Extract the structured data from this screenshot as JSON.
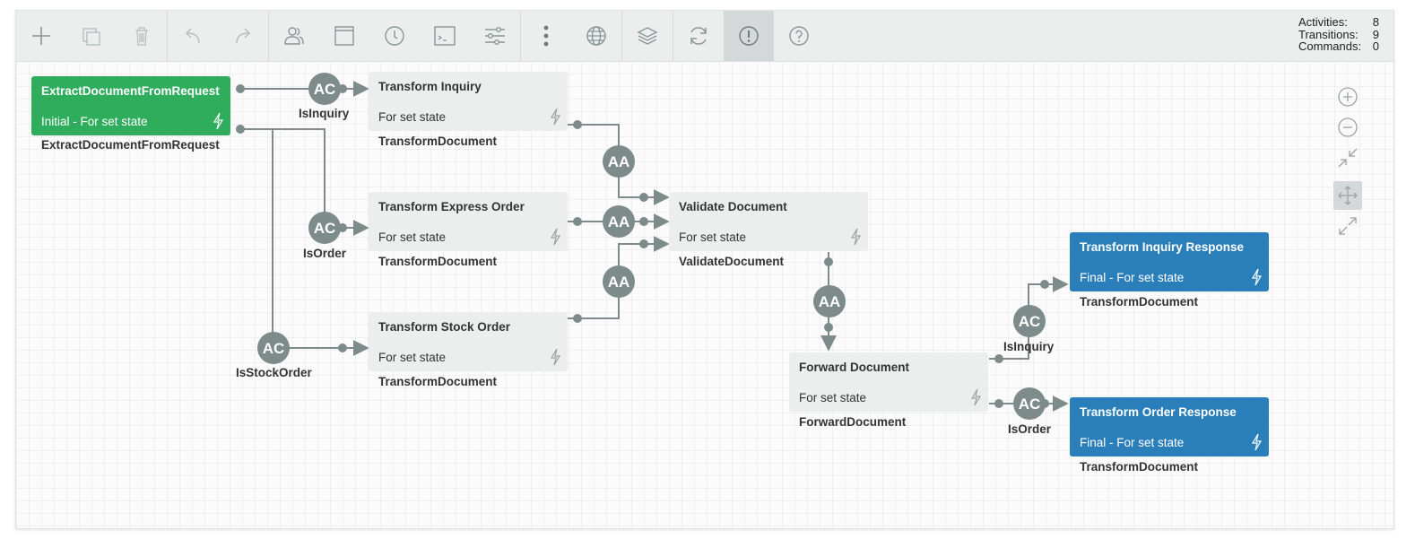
{
  "toolbar": {
    "buttons": [
      {
        "icon": "plus-icon",
        "name": "create-button"
      },
      {
        "icon": "copy-icon",
        "name": "copy-button"
      },
      {
        "icon": "trash-icon",
        "name": "delete-button"
      },
      {
        "icon": "undo-icon",
        "name": "undo-button"
      },
      {
        "icon": "redo-icon",
        "name": "redo-button"
      },
      {
        "icon": "actors-icon",
        "name": "actors-button"
      },
      {
        "icon": "window-icon",
        "name": "window-button"
      },
      {
        "icon": "clock-icon",
        "name": "timers-button"
      },
      {
        "icon": "terminal-icon",
        "name": "code-button"
      },
      {
        "icon": "sliders-icon",
        "name": "parameters-button"
      },
      {
        "icon": "more-vertical-icon",
        "name": "more-button"
      },
      {
        "icon": "globe-icon",
        "name": "localization-button"
      },
      {
        "icon": "layers-icon",
        "name": "layers-button"
      },
      {
        "icon": "refresh-icon",
        "name": "refresh-button"
      },
      {
        "icon": "alert-icon",
        "name": "validate-button"
      },
      {
        "icon": "help-icon",
        "name": "help-button"
      }
    ]
  },
  "stats": {
    "activities_label": "Activities:",
    "activities_value": "8",
    "transitions_label": "Transitions:",
    "transitions_value": "9",
    "commands_label": "Commands:",
    "commands_value": "0"
  },
  "activities": [
    {
      "title": "ExtractDocumentFromRequest",
      "state": "Initial - For set state",
      "caption": "ExtractDocumentFromRequest",
      "kind": "initial"
    },
    {
      "title": "Transform Inquiry",
      "state": "For set state",
      "caption": "TransformDocument",
      "kind": "normal"
    },
    {
      "title": "Transform Express Order",
      "state": "For set state",
      "caption": "TransformDocument",
      "kind": "normal"
    },
    {
      "title": "Transform Stock Order",
      "state": "For set state",
      "caption": "TransformDocument",
      "kind": "normal"
    },
    {
      "title": "Validate Document",
      "state": "For set state",
      "caption": "ValidateDocument",
      "kind": "normal"
    },
    {
      "title": "Forward Document",
      "state": "For set state",
      "caption": "ForwardDocument",
      "kind": "normal"
    },
    {
      "title": "Transform Inquiry Response",
      "state": "Final - For set state",
      "caption": "TransformDocument",
      "kind": "final"
    },
    {
      "title": "Transform Order Response",
      "state": "Final - For set state",
      "caption": "TransformDocument",
      "kind": "final"
    }
  ],
  "transitions": [
    {
      "badge": "AC",
      "label": "IsInquiry"
    },
    {
      "badge": "AC",
      "label": "IsOrder"
    },
    {
      "badge": "AC",
      "label": "IsStockOrder"
    },
    {
      "badge": "AA",
      "label": ""
    },
    {
      "badge": "AA",
      "label": ""
    },
    {
      "badge": "AA",
      "label": ""
    },
    {
      "badge": "AA",
      "label": ""
    },
    {
      "badge": "AC",
      "label": "IsInquiry"
    },
    {
      "badge": "AC",
      "label": "IsOrder"
    }
  ],
  "zoom_controls": [
    {
      "icon": "zoom-in-icon",
      "name": "zoom-in-button"
    },
    {
      "icon": "zoom-out-icon",
      "name": "zoom-out-button"
    },
    {
      "icon": "zoom-fit-icon",
      "name": "zoom-fit-button"
    },
    {
      "icon": "move-icon",
      "name": "move-button"
    },
    {
      "icon": "fullscreen-icon",
      "name": "fullscreen-button"
    }
  ],
  "colors": {
    "initial": "#2fad5c",
    "final": "#2a7fbb",
    "normal": "#eceeee",
    "connector": "#7e8b8b",
    "badge": "#7e8b8b"
  }
}
